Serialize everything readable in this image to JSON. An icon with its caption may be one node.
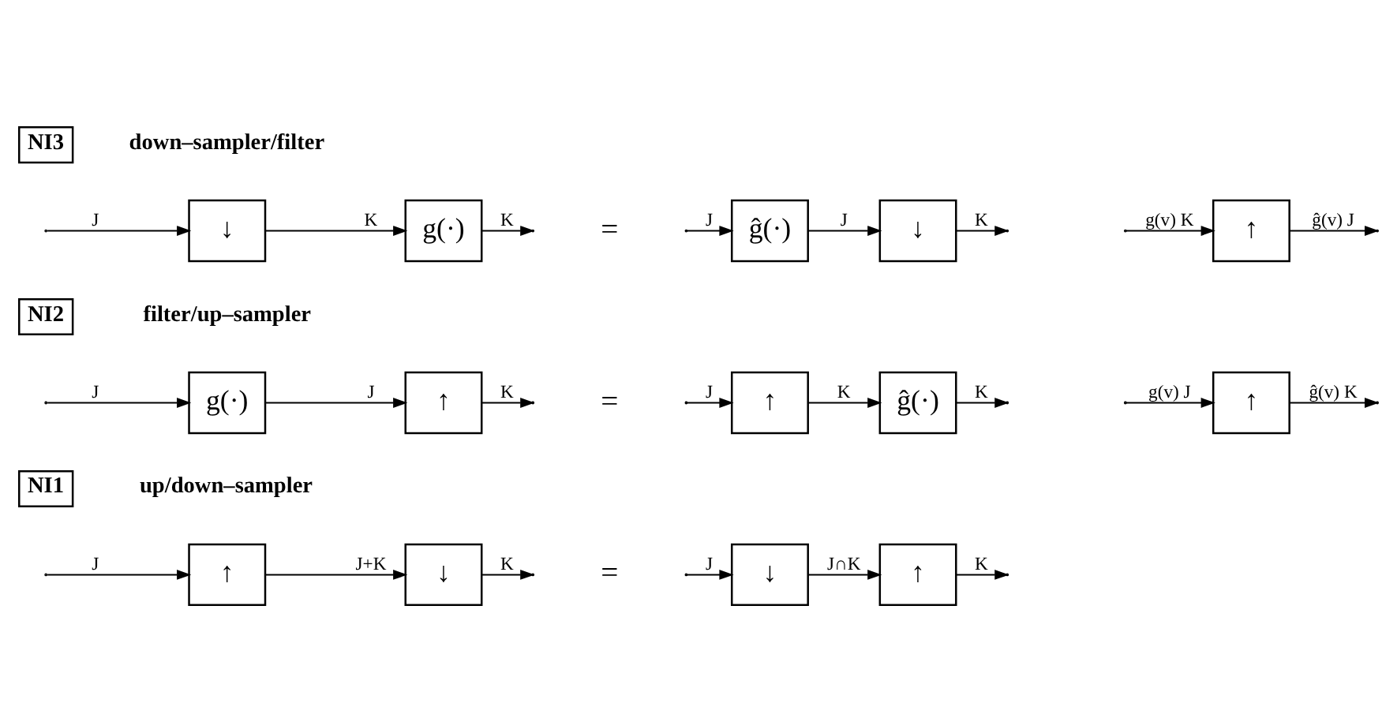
{
  "diagram": {
    "nodes": [
      {
        "text": [
          "NI1"
        ],
        "beside": [
          "up/down–sampler"
        ]
      },
      {
        "text": [
          "↑"
        ]
      },
      {
        "text": [
          "↓"
        ]
      },
      {
        "text": [
          "↓"
        ]
      },
      {
        "text": [
          "↑"
        ]
      },
      {
        "text": [
          "NI2"
        ],
        "beside": [
          "filter/up–sampler"
        ]
      },
      {
        "text": [
          "g(·)"
        ]
      },
      {
        "text": [
          "↑"
        ]
      },
      {
        "text": [
          "↑"
        ]
      },
      {
        "text": [
          "ĝ(·)"
        ]
      },
      {
        "text": [
          "↑"
        ]
      },
      {
        "text": [
          "NI3"
        ],
        "beside": [
          "down–sampler/filter"
        ]
      },
      {
        "text": [
          "↓"
        ]
      },
      {
        "text": [
          "g(·)"
        ]
      },
      {
        "text": [
          "ĝ(·)"
        ]
      },
      {
        "text": [
          "↓"
        ]
      },
      {
        "text": [
          "↑"
        ]
      }
    ],
    "edges": [
      {
        "from": null,
        "to": 1,
        "arrow": "to",
        "label": "J"
      },
      {
        "from": 1,
        "to": 2,
        "arrow": "to",
        "label": "J+K"
      },
      {
        "from": 2,
        "to": null,
        "arrow": "to",
        "label": "K"
      },
      {
        "from": null,
        "to": 3,
        "arrow": "to",
        "label": "J"
      },
      {
        "from": 3,
        "to": 4,
        "arrow": "to",
        "label": "J∩K"
      },
      {
        "from": 4,
        "to": null,
        "arrow": "to",
        "label": "K"
      },
      {
        "from": null,
        "to": 6,
        "arrow": "to",
        "label": "J"
      },
      {
        "from": 6,
        "to": 7,
        "arrow": "to",
        "label": "J"
      },
      {
        "from": 7,
        "to": null,
        "arrow": "to",
        "label": "K"
      },
      {
        "from": null,
        "to": 8,
        "arrow": "to",
        "label": "J"
      },
      {
        "from": 8,
        "to": 9,
        "arrow": "to",
        "label": "K"
      },
      {
        "from": 9,
        "to": null,
        "arrow": "to",
        "label": "K"
      },
      {
        "from": null,
        "to": 10,
        "arrow": "to",
        "label": "g(v) J"
      },
      {
        "from": 10,
        "to": null,
        "arrow": "to",
        "label": "ĝ(v) K"
      },
      {
        "from": null,
        "to": 12,
        "arrow": "to",
        "label": "J"
      },
      {
        "from": 12,
        "to": 13,
        "arrow": "to",
        "label": "K"
      },
      {
        "from": 13,
        "to": null,
        "arrow": "to",
        "label": "K"
      },
      {
        "from": null,
        "to": 14,
        "arrow": "to",
        "label": "J"
      },
      {
        "from": 14,
        "to": 15,
        "arrow": "to",
        "label": "J"
      },
      {
        "from": 15,
        "to": null,
        "arrow": "to",
        "label": "K"
      },
      {
        "from": null,
        "to": 16,
        "arrow": "to",
        "label": "g(v) K"
      },
      {
        "from": 16,
        "to": null,
        "arrow": "to",
        "label": "ĝ(v) J"
      }
    ],
    "labels": [
      "=",
      "=",
      "="
    ]
  }
}
